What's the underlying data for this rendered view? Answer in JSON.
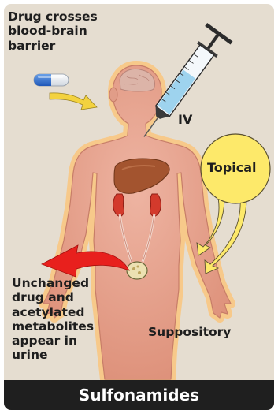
{
  "labels": {
    "bbb_line1": "Drug crosses",
    "bbb_line2": "blood-brain",
    "bbb_line3": "barrier",
    "iv": "IV",
    "topical": "Topical",
    "urine_line1": "Unchanged",
    "urine_line2": "drug and",
    "urine_line3": "acetylated",
    "urine_line4": "metabolites",
    "urine_line5": "appear in",
    "urine_line6": "urine",
    "suppository": "Suppository"
  },
  "title": "Sulfonamides",
  "colors": {
    "panel_background": "#e5ddd0",
    "body_fill": "#e7a28d",
    "body_glow": "#f7c98a",
    "topical_bubble": "#fde96a",
    "arrow_yellow": "#f3d23f",
    "excretion_arrow": "#e8201d",
    "title_bar": "#1f1f1f"
  },
  "icons": [
    "capsule-icon",
    "syringe-icon",
    "liver-icon",
    "kidney-icon",
    "bladder-icon"
  ]
}
